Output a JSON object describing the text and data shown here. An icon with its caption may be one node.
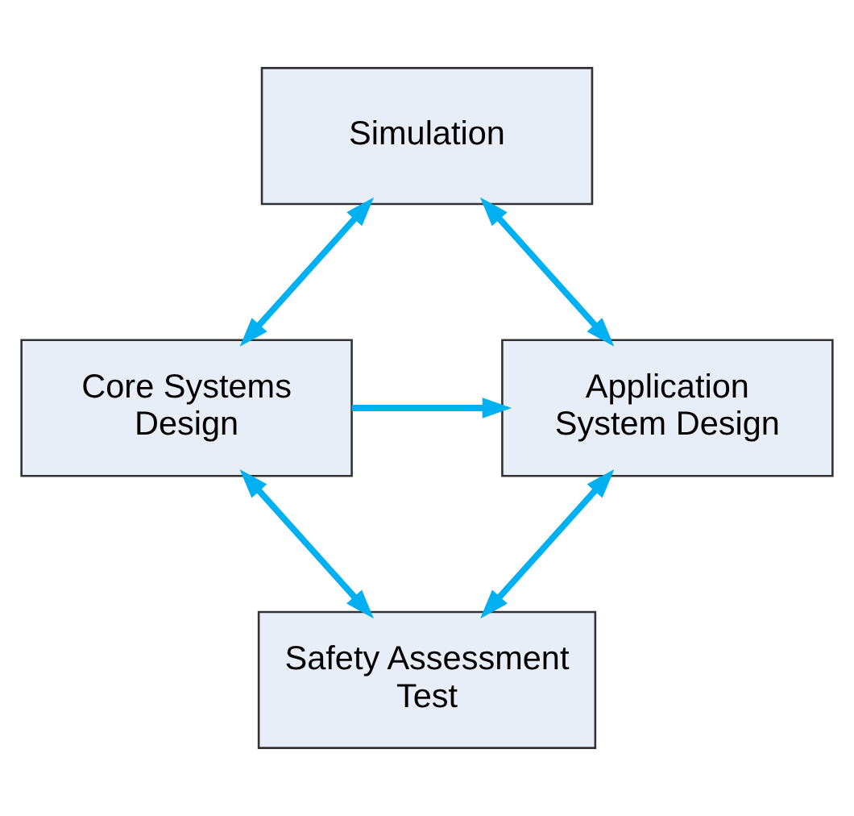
{
  "diagram": {
    "nodes": [
      {
        "text": [
          "Simulation"
        ]
      },
      {
        "text": [
          "Core Systems Design"
        ]
      },
      {
        "text": [
          "Application System Design"
        ]
      },
      {
        "text": [
          "Safety Assessment Test"
        ]
      }
    ],
    "edges": [
      {
        "from": 0,
        "to": 1,
        "arrow": "both"
      },
      {
        "from": 0,
        "to": 2,
        "arrow": "both"
      },
      {
        "from": 1,
        "to": 2,
        "arrow": "to"
      },
      {
        "from": 1,
        "to": 3,
        "arrow": "both"
      },
      {
        "from": 2,
        "to": 3,
        "arrow": "both"
      }
    ]
  }
}
